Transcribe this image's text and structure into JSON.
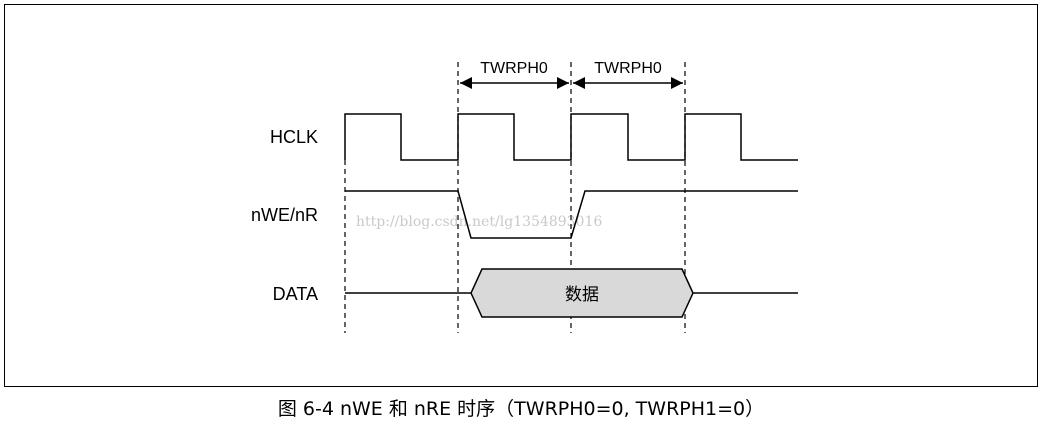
{
  "diagram": {
    "signals": {
      "hclk": "HCLK",
      "nwe_nr": "nWE/nR",
      "data": "DATA"
    },
    "spans": [
      {
        "label": "TWRPH0"
      },
      {
        "label": "TWRPH0"
      }
    ],
    "data_value": "数据",
    "watermark": "http://blog.csdn.net/lg1354893016"
  },
  "caption": "图 6-4 nWE 和 nRE 时序（TWRPH0=0, TWRPH1=0）"
}
